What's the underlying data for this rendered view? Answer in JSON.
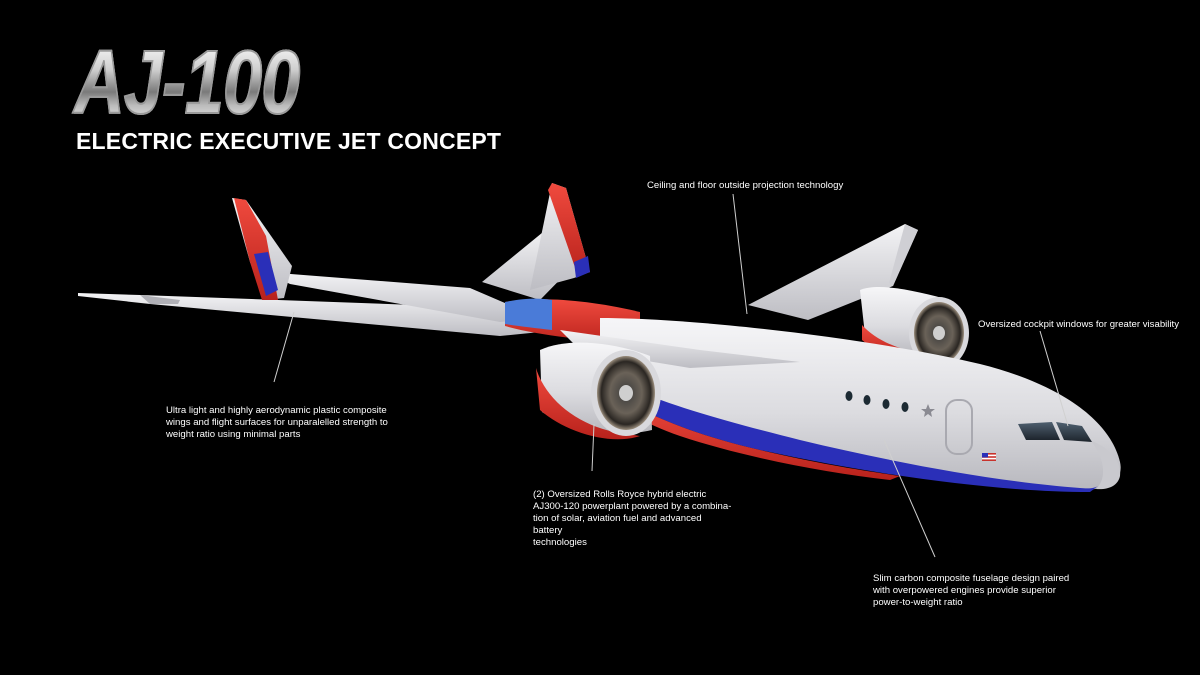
{
  "header": {
    "title": "AJ-100",
    "subtitle": "ELECTRIC EXECUTIVE JET CONCEPT"
  },
  "callouts": {
    "wings": "Ultra light and highly aerodynamic plastic composite\nwings and flight surfaces for unparalelled strength to\nweight ratio using minimal parts",
    "engines": "(2) Oversized Rolls Royce hybrid electric\nAJ300-120 powerplant powered by a combina-\ntion of solar, aviation fuel and advanced battery\ntechnologies",
    "fuselage": "Slim carbon composite fuselage design paired\nwith overpowered engines provide superior\npower-to-weight ratio",
    "cockpit": "Oversized cockpit windows for greater visability",
    "ceiling": "Ceiling and floor outside projection technology"
  },
  "colors": {
    "background": "#000000",
    "body_white": "#e9e9ec",
    "livery_red": "#e8352e",
    "livery_blue": "#2a2fb8",
    "text": "#ffffff"
  },
  "icons": {
    "flag": "us-flag-icon",
    "logo": "star-emblem-icon"
  }
}
